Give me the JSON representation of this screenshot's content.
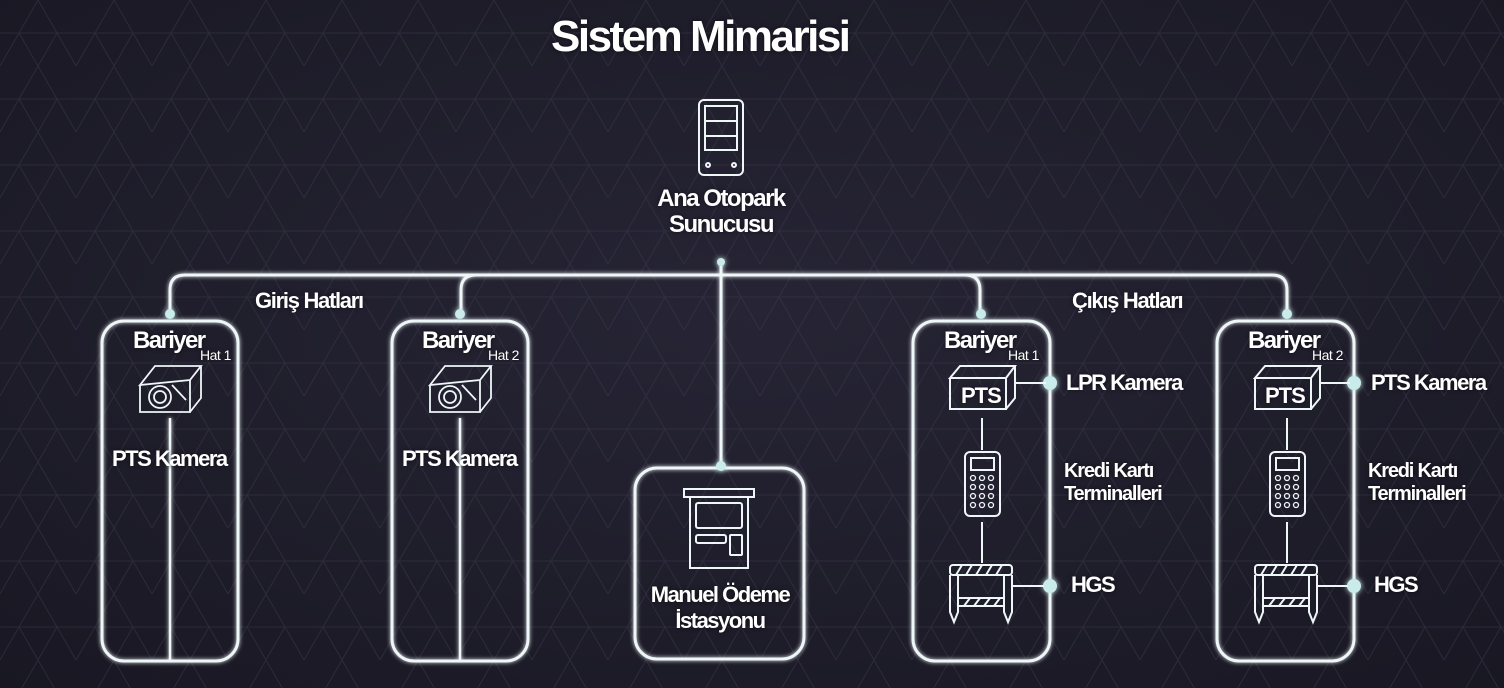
{
  "title": "Sistem Mimarisi",
  "server": {
    "label_line1": "Ana Otopark",
    "label_line2": "Sunucusu",
    "icon": "server-icon"
  },
  "groups": {
    "entry_label": "Giriş Hatları",
    "exit_label": "Çıkış Hatları"
  },
  "entry_lines": [
    {
      "title": "Bariyer",
      "sub": "Hat 1",
      "device_label": "PTS Kamera",
      "icon": "camera-icon"
    },
    {
      "title": "Bariyer",
      "sub": "Hat 2",
      "device_label": "PTS Kamera",
      "icon": "camera-icon"
    }
  ],
  "payment_station": {
    "label_line1": "Manuel Ödeme",
    "label_line2": "İstasyonu",
    "icon": "kiosk-icon"
  },
  "exit_lines": [
    {
      "title": "Bariyer",
      "sub": "Hat 1",
      "camera_badge": "PTS",
      "camera_label": "LPR Kamera",
      "terminal_label_line1": "Kredi Kartı",
      "terminal_label_line2": "Terminalleri",
      "barrier_label": "HGS"
    },
    {
      "title": "Bariyer",
      "sub": "Hat 2",
      "camera_badge": "PTS",
      "camera_label": "PTS Kamera",
      "terminal_label_line1": "Kredi Kartı",
      "terminal_label_line2": "Terminalleri",
      "barrier_label": "HGS"
    }
  ],
  "colors": {
    "background": "#1f1e2a",
    "line": "#eef6f8",
    "node": "#c9ecea",
    "glow": "#7fd6d0"
  }
}
